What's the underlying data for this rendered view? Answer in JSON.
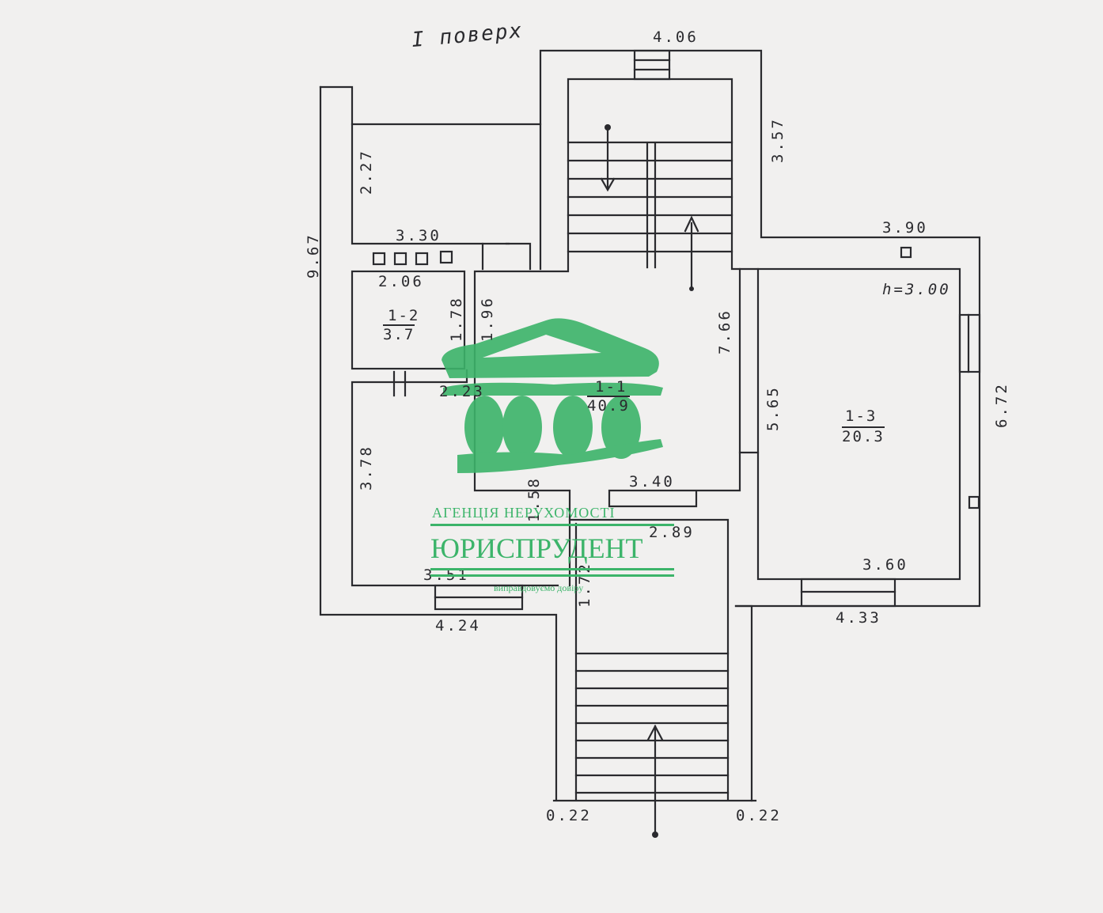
{
  "title": "I поверх",
  "dimensions": {
    "top_stair_width": "4.06",
    "right_upper": "3.57",
    "left_total": "9.67",
    "upper_left_room_height": "2.27",
    "upper_left_room_width": "3.30",
    "room_1_2_width": "2.06",
    "room_1_2_height": "1.78",
    "corridor_1_96": "1.96",
    "corridor_2_23": "2.23",
    "hall_height": "7.66",
    "lower_left_height": "3.78",
    "hall_bottom": "3.40",
    "stair_1_58": "1.58",
    "stair_2_89": "2.89",
    "stair_1_72": "1.72",
    "lower_left_width": "3.51",
    "bottom_left_outer": "4.24",
    "right_room_top": "3.90",
    "right_room_height": "5.65",
    "right_outer": "6.72",
    "right_room_width": "3.60",
    "right_bottom_outer": "4.33",
    "porch_left": "0.22",
    "porch_right": "0.22"
  },
  "ceiling_height": "h=3.00",
  "rooms": [
    {
      "id": "1-1",
      "area": "40.9"
    },
    {
      "id": "1-2",
      "area": "3.7"
    },
    {
      "id": "1-3",
      "area": "20.3"
    }
  ],
  "watermark": {
    "line1": "АГЕНЦІЯ   НЕРУХОМОСТІ",
    "line2": "ЮРИСПРУДЕНТ",
    "line3": "виправдовуємо довіру",
    "color": "#3cb46a"
  },
  "colors": {
    "ink": "#2a2a2e",
    "paper": "#f1f0ef"
  }
}
